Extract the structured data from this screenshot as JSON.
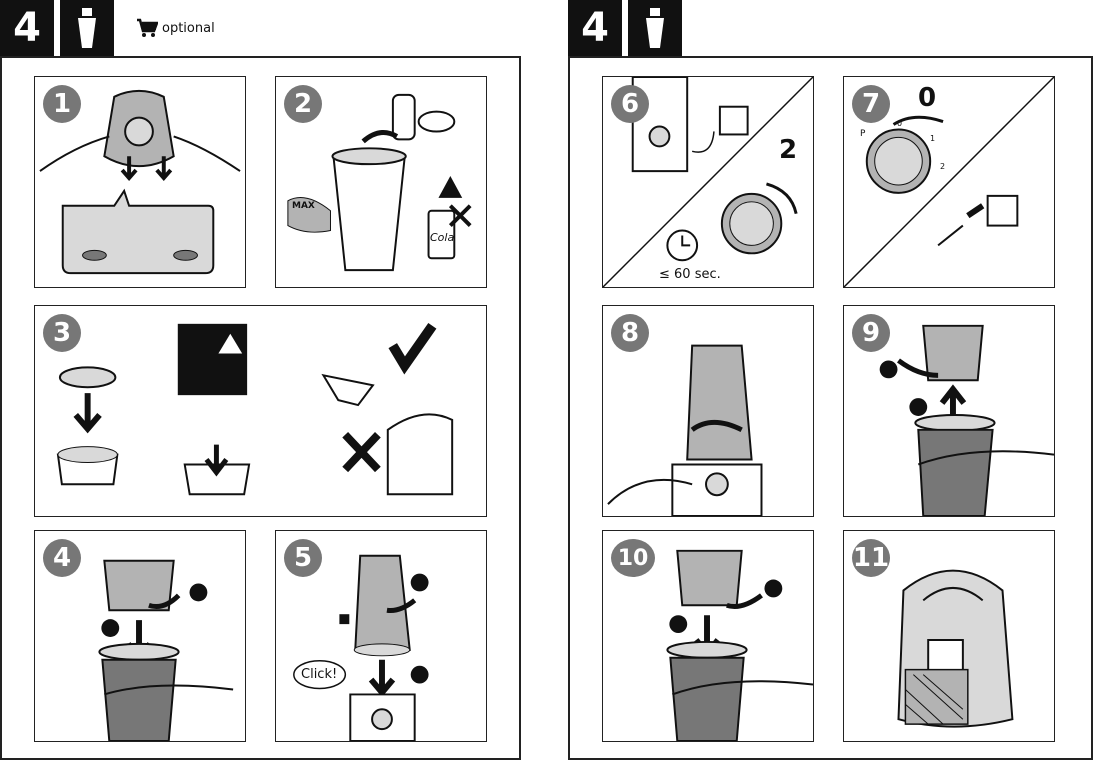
{
  "left_page": {
    "section_number": "4",
    "optional_label": "optional",
    "icons": [
      "bottle-icon",
      "cart-icon"
    ],
    "steps": [
      "1",
      "2",
      "3",
      "4",
      "5"
    ],
    "labels": {
      "max": "MAX",
      "cola": "Cola",
      "click": "Click!"
    }
  },
  "right_page": {
    "section_number": "4",
    "icons": [
      "bottle-icon"
    ],
    "steps": [
      "6",
      "7",
      "8",
      "9",
      "10",
      "11"
    ],
    "labels": {
      "speed_two": "2",
      "speed_zero": "0",
      "time_limit": "≤ 60 sec.",
      "dial_zero": "0",
      "dial_one": "1",
      "dial_two": "2",
      "dial_p": "P"
    }
  },
  "colors": {
    "ink": "#111111",
    "gray": "#777777",
    "fill": "#b3b3b3",
    "light": "#d9d9d9"
  }
}
